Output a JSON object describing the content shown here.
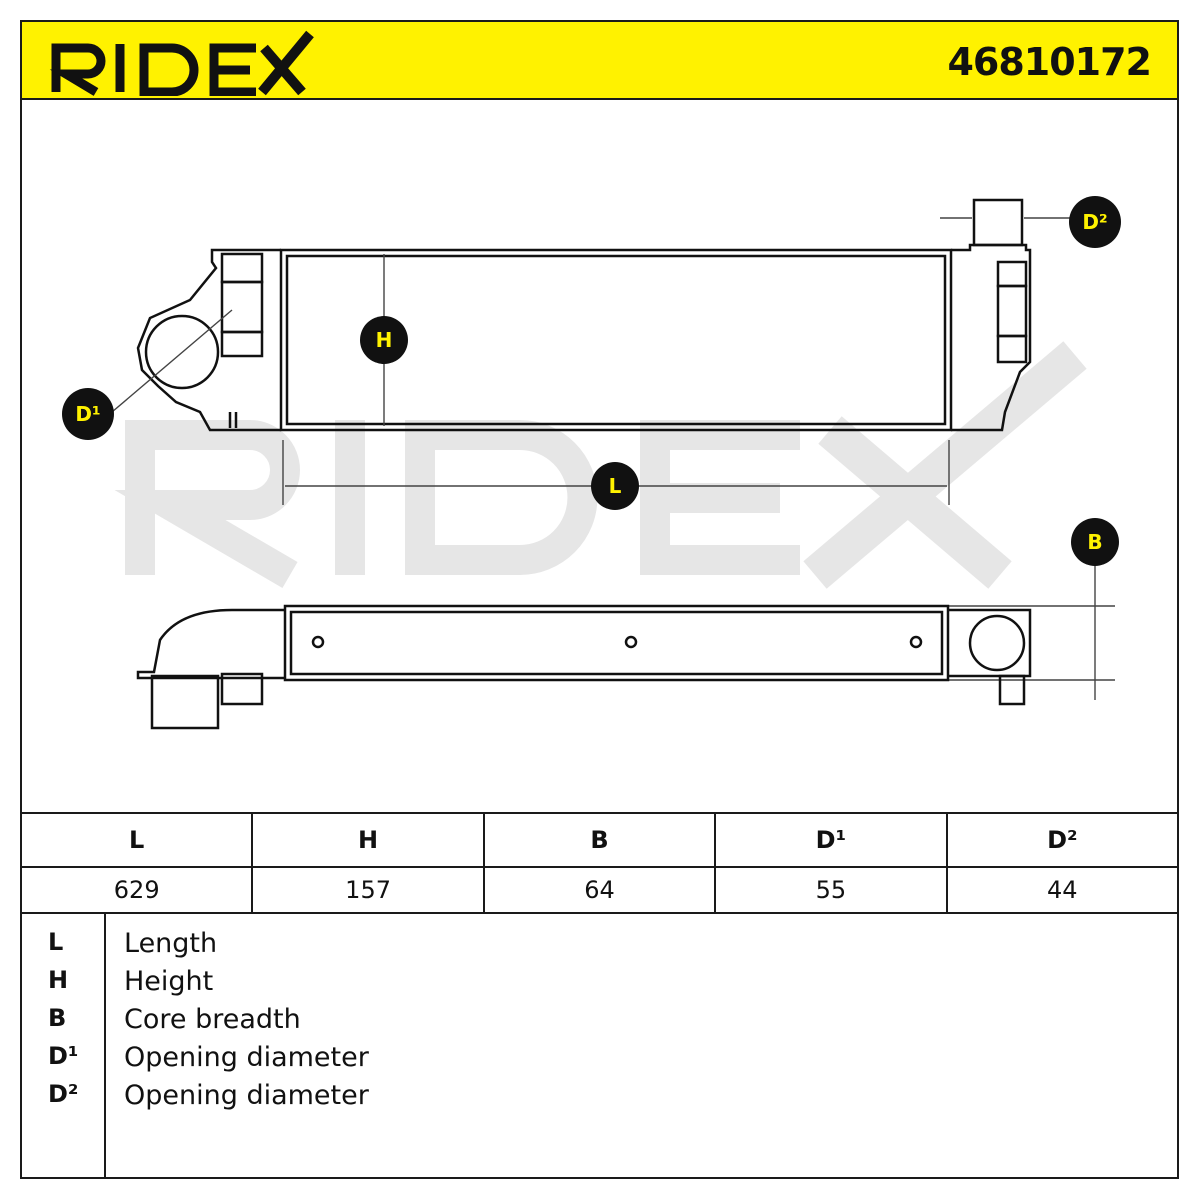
{
  "brand": {
    "logo_text": "RIDEX",
    "accent_color": "#fff200",
    "watermark_color": "#e8e8e8"
  },
  "part_number": "46810172",
  "callouts": {
    "length": "L",
    "height": "H",
    "breadth": "B",
    "diameter_1": "D¹",
    "diameter_2": "D²"
  },
  "table": {
    "headers": [
      "L",
      "H",
      "B",
      "D¹",
      "D²"
    ],
    "values": [
      "629",
      "157",
      "64",
      "55",
      "44"
    ]
  },
  "legend": [
    {
      "key": "L",
      "label": "Length"
    },
    {
      "key": "H",
      "label": "Height"
    },
    {
      "key": "B",
      "label": "Core breadth"
    },
    {
      "key": "D¹",
      "label": "Opening diameter"
    },
    {
      "key": "D²",
      "label": "Opening diameter"
    }
  ]
}
